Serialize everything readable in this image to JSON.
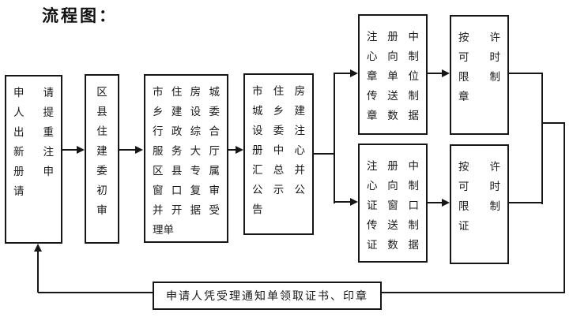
{
  "title": "流程图：",
  "colors": {
    "ink": "#161616",
    "background": "#ffffff"
  },
  "boxes": {
    "applicant_request": {
      "text": "申请人提出重新注册申请",
      "cols": 2,
      "rows": [
        "申请",
        "人提",
        "出重",
        "新注",
        "册申",
        "请"
      ]
    },
    "district_first_review": {
      "text": "区县住建委初审",
      "cols": 1,
      "rows": [
        "区",
        "县",
        "住",
        "建",
        "委",
        "初",
        "审"
      ]
    },
    "service_hall_second_review": {
      "text": "市住房城乡建设委行政综合服务大厅区县专属窗口复审并开据受理单",
      "cols": 4,
      "rows": [
        "市住房城",
        "乡建设委",
        "行政综合",
        "服务大厅",
        "区县专属",
        "窗口复审",
        "并开据受",
        "理单"
      ]
    },
    "registration_center_publicity": {
      "text": "市住房城乡建设委注册中心汇总并公示公告",
      "cols": 3,
      "rows": [
        "市住房",
        "城乡建",
        "设委注",
        "册中心",
        "汇总并",
        "公示公",
        "告"
      ]
    },
    "send_seal_data": {
      "text": "注册中心向制章单位传送制章数据",
      "cols": 3,
      "rows": [
        "注册中",
        "心向制",
        "章单位",
        "传送制",
        "章数据"
      ]
    },
    "send_cert_data": {
      "text": "注册中心向制证窗口传送制证数据",
      "cols": 3,
      "rows": [
        "注册中",
        "心向制",
        "证窗口",
        "传送制",
        "证数据"
      ]
    },
    "make_seal_within_limit": {
      "text": "按许可时限制章",
      "cols": 2,
      "rows": [
        "按许",
        "可时",
        "限制",
        "章"
      ]
    },
    "make_cert_within_limit": {
      "text": "按许可时限制证",
      "cols": 2,
      "rows": [
        "按许",
        "可时",
        "限制",
        "证"
      ]
    },
    "collect_banner": {
      "text": "申请人凭受理通知单领取证书、印章"
    }
  }
}
